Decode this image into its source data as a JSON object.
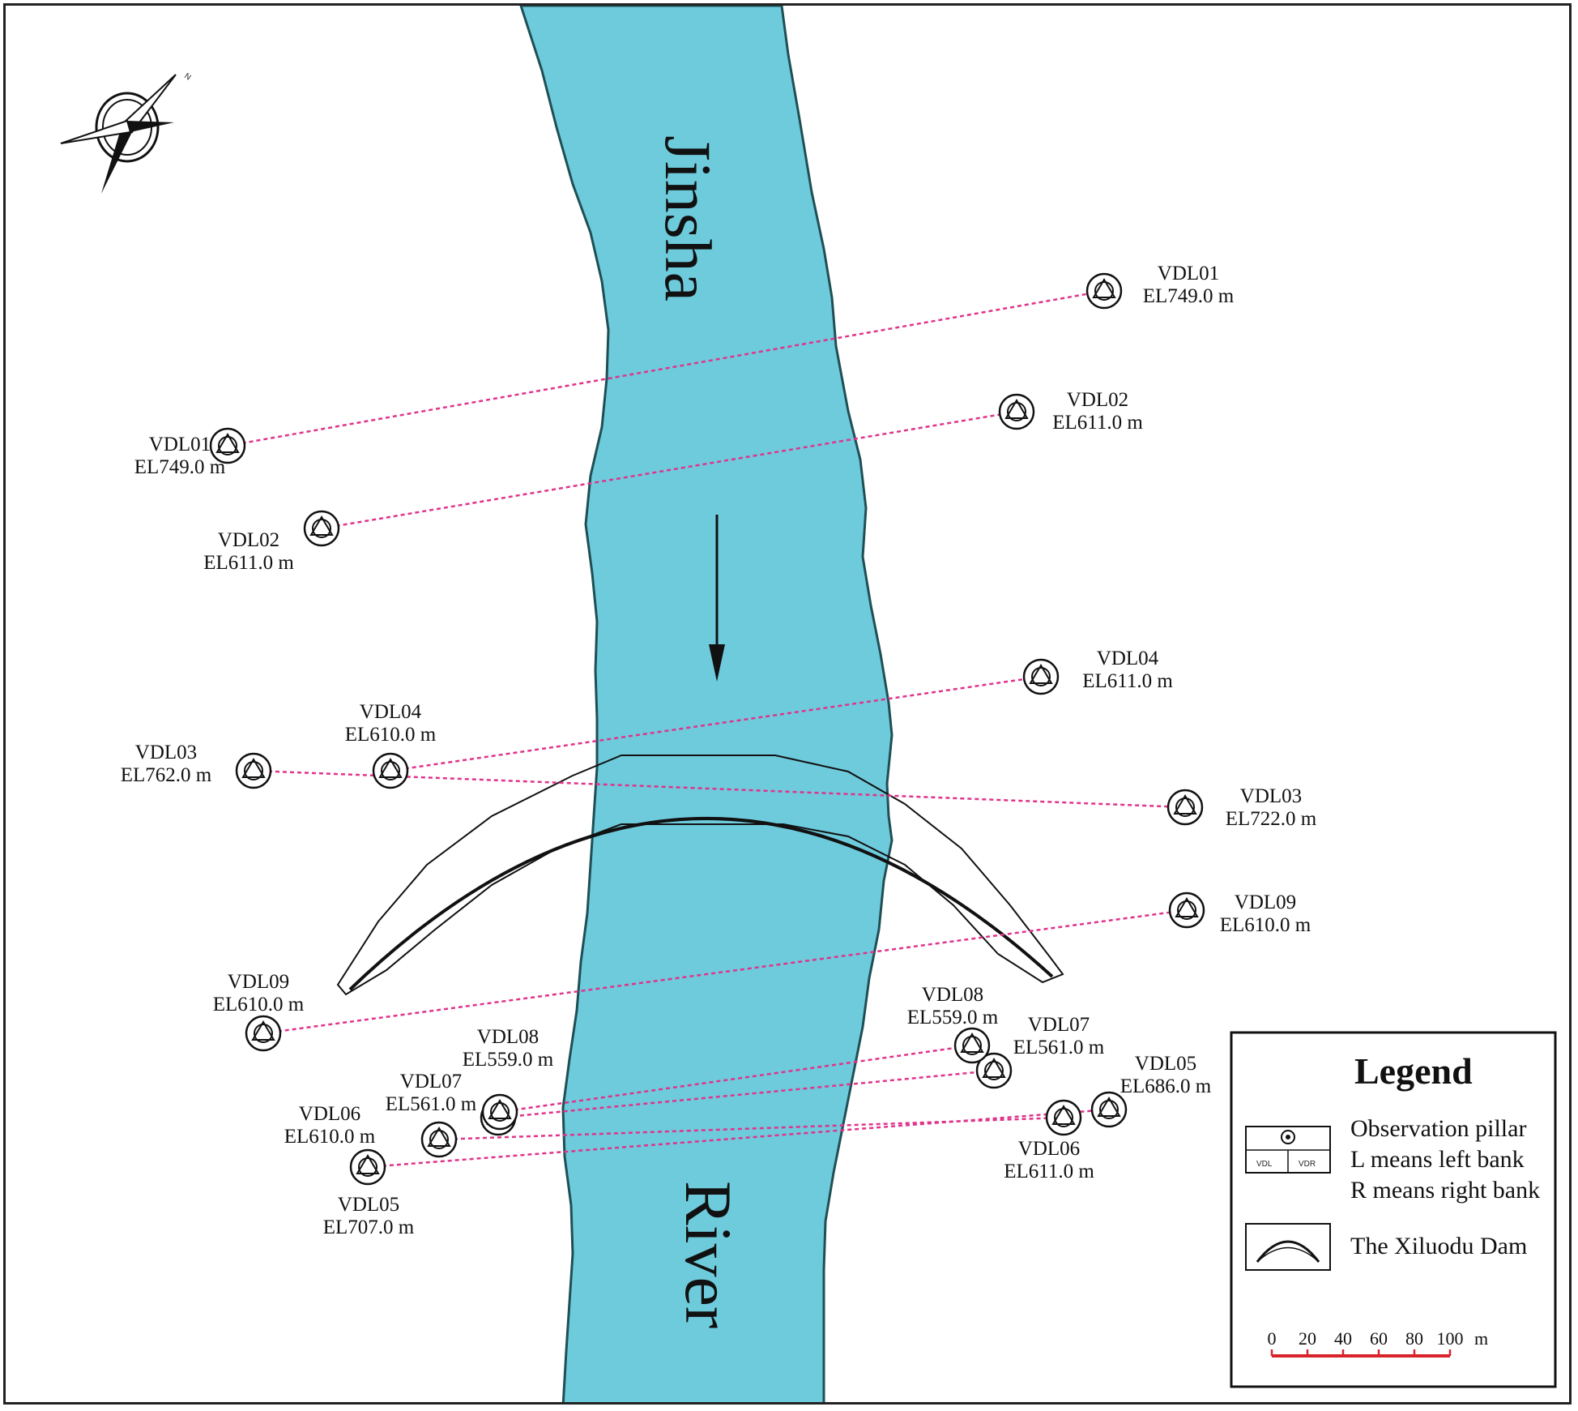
{
  "river": {
    "label_top": "Jinsha",
    "label_bottom": "River",
    "fill_color": "#6ecbdc",
    "stroke_color": "#1f4f55"
  },
  "compass": {
    "north_letter": "N"
  },
  "sight_line_color": "#e0338c",
  "pillars": [
    {
      "id": "l01",
      "name": "VDL01",
      "elevation": "EL749.0 m"
    },
    {
      "id": "r01",
      "name": "VDL01",
      "elevation": "EL749.0 m"
    },
    {
      "id": "l02",
      "name": "VDL02",
      "elevation": "EL611.0 m"
    },
    {
      "id": "r02",
      "name": "VDL02",
      "elevation": "EL611.0 m"
    },
    {
      "id": "l03",
      "name": "VDL03",
      "elevation": "EL762.0 m"
    },
    {
      "id": "r03",
      "name": "VDL03",
      "elevation": "EL722.0 m"
    },
    {
      "id": "l04",
      "name": "VDL04",
      "elevation": "EL610.0 m"
    },
    {
      "id": "r04",
      "name": "VDL04",
      "elevation": "EL611.0 m"
    },
    {
      "id": "l05",
      "name": "VDL05",
      "elevation": "EL707.0 m"
    },
    {
      "id": "r05",
      "name": "VDL05",
      "elevation": "EL686.0 m"
    },
    {
      "id": "l06",
      "name": "VDL06",
      "elevation": "EL610.0 m"
    },
    {
      "id": "r06",
      "name": "VDL06",
      "elevation": "EL611.0 m"
    },
    {
      "id": "l07",
      "name": "VDL07",
      "elevation": "EL561.0 m"
    },
    {
      "id": "r07",
      "name": "VDL07",
      "elevation": "EL561.0 m"
    },
    {
      "id": "l08",
      "name": "VDL08",
      "elevation": "EL559.0 m"
    },
    {
      "id": "r08",
      "name": "VDL08",
      "elevation": "EL559.0 m"
    },
    {
      "id": "l09",
      "name": "VDL09",
      "elevation": "EL610.0 m"
    },
    {
      "id": "r09",
      "name": "VDL09",
      "elevation": "EL610.0 m"
    }
  ],
  "sight_lines": [
    [
      "l01",
      "r01"
    ],
    [
      "l02",
      "r02"
    ],
    [
      "l03",
      "r03"
    ],
    [
      "l04",
      "r04"
    ],
    [
      "l09",
      "r09"
    ],
    [
      "l08",
      "r08"
    ],
    [
      "l07",
      "r07"
    ],
    [
      "l06",
      "r06"
    ],
    [
      "l05",
      "r05"
    ]
  ],
  "legend": {
    "title": "Legend",
    "pillar_line1": "Observation pillar",
    "pillar_line2": "L means left bank",
    "pillar_line3": "R means right bank",
    "pillar_symbol_left": "VDL",
    "pillar_symbol_right": "VDR",
    "dam_label": "The Xiluodu Dam",
    "scale_ticks": [
      "0",
      "20",
      "40",
      "60",
      "80",
      "100"
    ],
    "scale_unit": "m",
    "scale_color": "#d9232a"
  }
}
